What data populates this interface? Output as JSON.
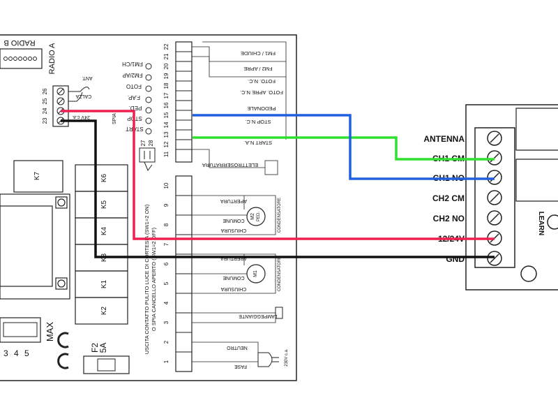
{
  "board": {
    "radio_header": "RADIO B",
    "radio_label": "RADIO A",
    "left_terminals": [
      "26",
      "25",
      "24",
      "23"
    ],
    "ant_label": "ANT.",
    "calza_label": "CALZA",
    "power_label": "24V c.a.",
    "leds": [
      "FM1/CH",
      "FM2/AP",
      "FOTO",
      "F.AP.",
      "PED.",
      "STOP",
      "START"
    ],
    "spia_label": "SPIA",
    "jumper_terminals": [
      "27",
      "28"
    ],
    "relays": [
      "K7",
      "K6",
      "K5",
      "K4",
      "K3",
      "K1",
      "K2"
    ],
    "trim_label": "MAX",
    "trim_numbers": [
      "3",
      "4",
      "5"
    ],
    "fuse_label": "F2\n5A",
    "fuse_f2": "F2",
    "fuse_rating": "5A",
    "courtesy_text_1": "USCITA CONTATTO PULITO LUCE DI CORTESIA (SW1=2 ON)",
    "courtesy_text_2": "O SPIA CANCELLO APERTO (SW1=2 OFF)",
    "top_terminals": [
      "22",
      "21",
      "20",
      "19",
      "18",
      "17",
      "16",
      "15",
      "14",
      "13",
      "12",
      "11"
    ],
    "bottom_terminals": [
      "10",
      "9",
      "8",
      "7",
      "6",
      "5",
      "4",
      "3",
      "2",
      "1"
    ],
    "top_labels": [
      "FM1 / CHIUDE",
      "FM2 / APRE",
      "FOTO. N.C.",
      "FOTO. APRE N.C.",
      "PEDONALE",
      "STOP N.C.",
      "START N.A.",
      "ELETTROSERRATURA"
    ],
    "m2_labels": {
      "apertura": "APERTURA",
      "comune": "COMUNE",
      "chiusura": "CHIUSURA",
      "motor": "M2",
      "motor_sub": "PED.",
      "cond": "CONDENSATORE"
    },
    "m1_labels": {
      "apertura": "APERTURA",
      "comune": "COMUNE",
      "chiusura": "CHIUSURA",
      "motor": "M1",
      "cond": "CONDENSATORE"
    },
    "lamp_label": "LAMPEGGIANTE",
    "neutro_label": "NEUTRO",
    "fase_label": "FASE",
    "mains_label": "230V c.a."
  },
  "receiver": {
    "terminals": [
      "ANTENNA",
      "CH1 CM",
      "CH1 NO",
      "CH2 CM",
      "CH2 NO",
      "12/24V",
      "GND"
    ],
    "learn_label": "LEARN"
  },
  "wires": {
    "green": "#2fe02f",
    "blue": "#1f5fe0",
    "red": "#ee2050",
    "black": "#111111"
  }
}
